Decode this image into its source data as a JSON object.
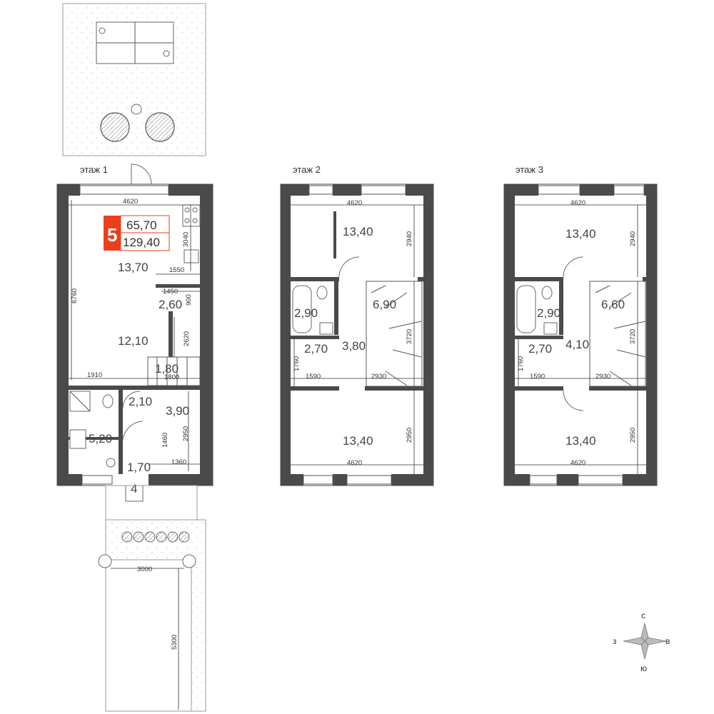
{
  "apartment": {
    "number": "5",
    "living_area": "65,70",
    "total_area": "129,40",
    "badge_color": "#e8401c"
  },
  "floors": [
    {
      "label": "этаж 1",
      "rooms": [
        "13,70",
        "2,60",
        "12,10",
        "1,80",
        "2,10",
        "3,90",
        "5,20",
        "1,70",
        "4"
      ],
      "dims": [
        "4620",
        "6760",
        "3040",
        "1550",
        "1450",
        "900",
        "2620",
        "1910",
        "1800",
        "2950",
        "1460",
        "1360"
      ]
    },
    {
      "label": "этаж 2",
      "rooms": [
        "13,40",
        "2,90",
        "6,90",
        "2,70",
        "3,80",
        "13,40"
      ],
      "dims": [
        "4620",
        "2940",
        "3720",
        "1760",
        "1590",
        "2930",
        "2950",
        "4620"
      ]
    },
    {
      "label": "этаж 3",
      "rooms": [
        "13,40",
        "2,90",
        "6,60",
        "2,70",
        "4,10",
        "13,40"
      ],
      "dims": [
        "4620",
        "2940",
        "3720",
        "1760",
        "1590",
        "2930",
        "2950",
        "4620"
      ]
    }
  ],
  "parking": {
    "width": "3000",
    "length": "5300"
  },
  "compass": {
    "north": "с",
    "west": "з",
    "east": "в",
    "south": "ю"
  },
  "colors": {
    "wall": "#4a4a4a",
    "accent": "#e8401c"
  }
}
